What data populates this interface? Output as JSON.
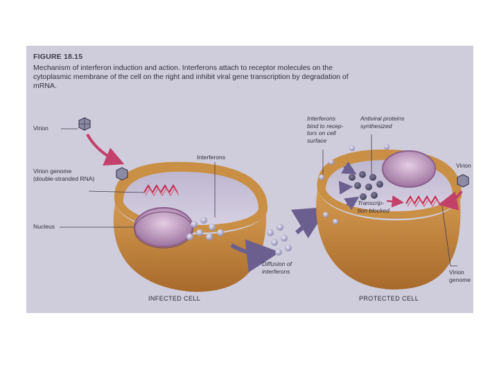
{
  "figure": {
    "number": "FIGURE 18.15",
    "caption": "Mechanism of interferon induction and action. Interferons attach to receptor molecules on the cytoplasmic membrane of the cell on the right and inhibit viral gene transcription by degradation of mRNA."
  },
  "labels": {
    "virion_left": "Virion",
    "virion_genome": "Virion genome\n(double-stranded RNA)",
    "nucleus": "Nucleus",
    "interferons": "Interferons",
    "interferons_bind": "Interferons\nbind to recep-\ntors on cell\nsurface",
    "antiviral_proteins": "Antiviral proteins\nsynthesized",
    "virion_right": "Virion",
    "transcription_blocked": "Transcrip-\ntion blocked",
    "diffusion": "Diffusion of\ninterferons",
    "virion_genome_right": "Virion\ngenome"
  },
  "cells": {
    "infected_title": "INFECTED CELL",
    "protected_title": "PROTECTED CELL"
  },
  "colors": {
    "panel": "#cfccdc",
    "cell_body": "#c98f45",
    "cell_shadow": "#a8692a",
    "cytoplasm": "#c7bfd4",
    "nucleus": "#b58fb6",
    "rna": "#c2274a",
    "arrow": "#c2406a",
    "interferon": "#a9a6c8"
  }
}
